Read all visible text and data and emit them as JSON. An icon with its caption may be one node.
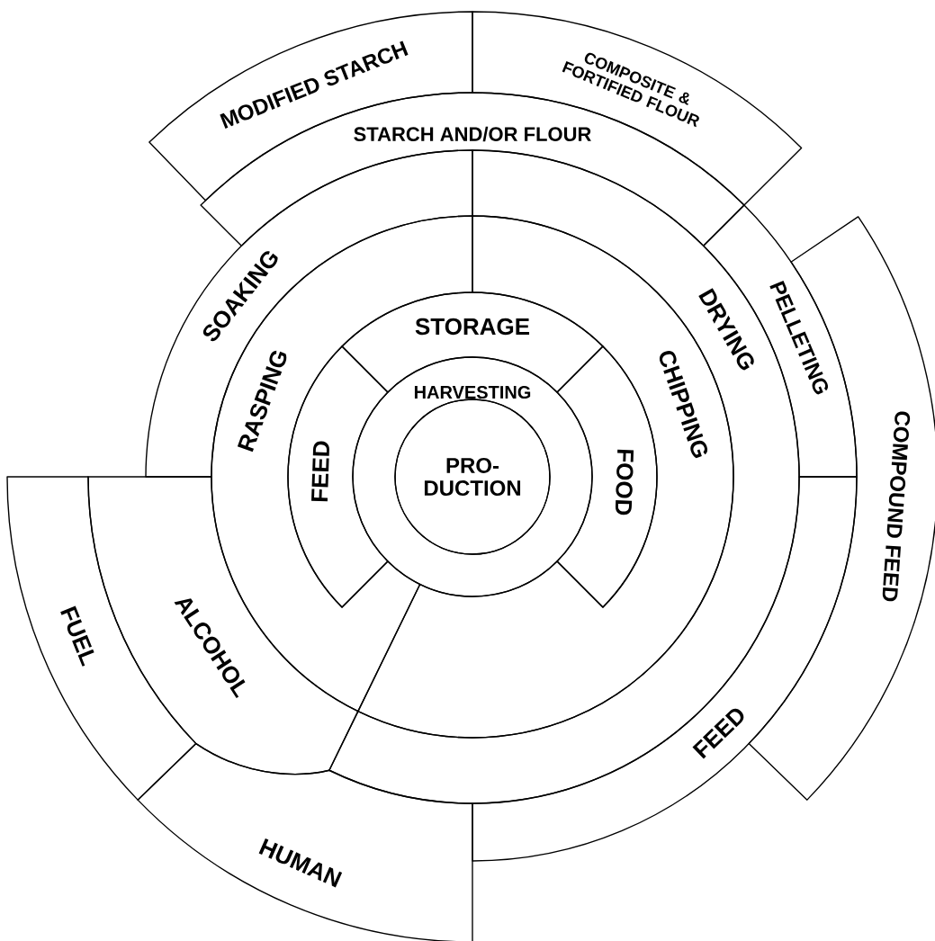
{
  "diagram": {
    "nodes": [
      {
        "text": [
          "HARVESTING"
        ]
      },
      {
        "text": [
          "PRO- DUCTION"
        ],
        "in": 0
      },
      {
        "text": [
          "FEED"
        ]
      },
      {
        "text": [
          "STORAGE"
        ]
      },
      {
        "text": [
          "FOOD"
        ]
      },
      {
        "text": [
          "RASPING"
        ]
      },
      {
        "text": [
          "CHIPPING"
        ]
      },
      {
        "text": [
          "SOAKING"
        ]
      },
      {
        "text": [
          "DRYING"
        ]
      },
      {
        "text": [
          "STARCH AND/OR FLOUR"
        ]
      },
      {
        "text": [
          "PELLETING"
        ]
      },
      {
        "text": [
          "MODIFIED STARCH"
        ]
      },
      {
        "text": [
          "COMPOSITE & FORTIFIED FLOUR"
        ]
      },
      {
        "text": [
          "COMPOUND FEED"
        ]
      },
      {
        "text": [
          "FUEL"
        ]
      },
      {
        "text": [
          "ALCOHOL"
        ]
      },
      {
        "text": [
          "HUMAN"
        ]
      },
      {
        "text": [
          "FEED"
        ]
      }
    ]
  }
}
